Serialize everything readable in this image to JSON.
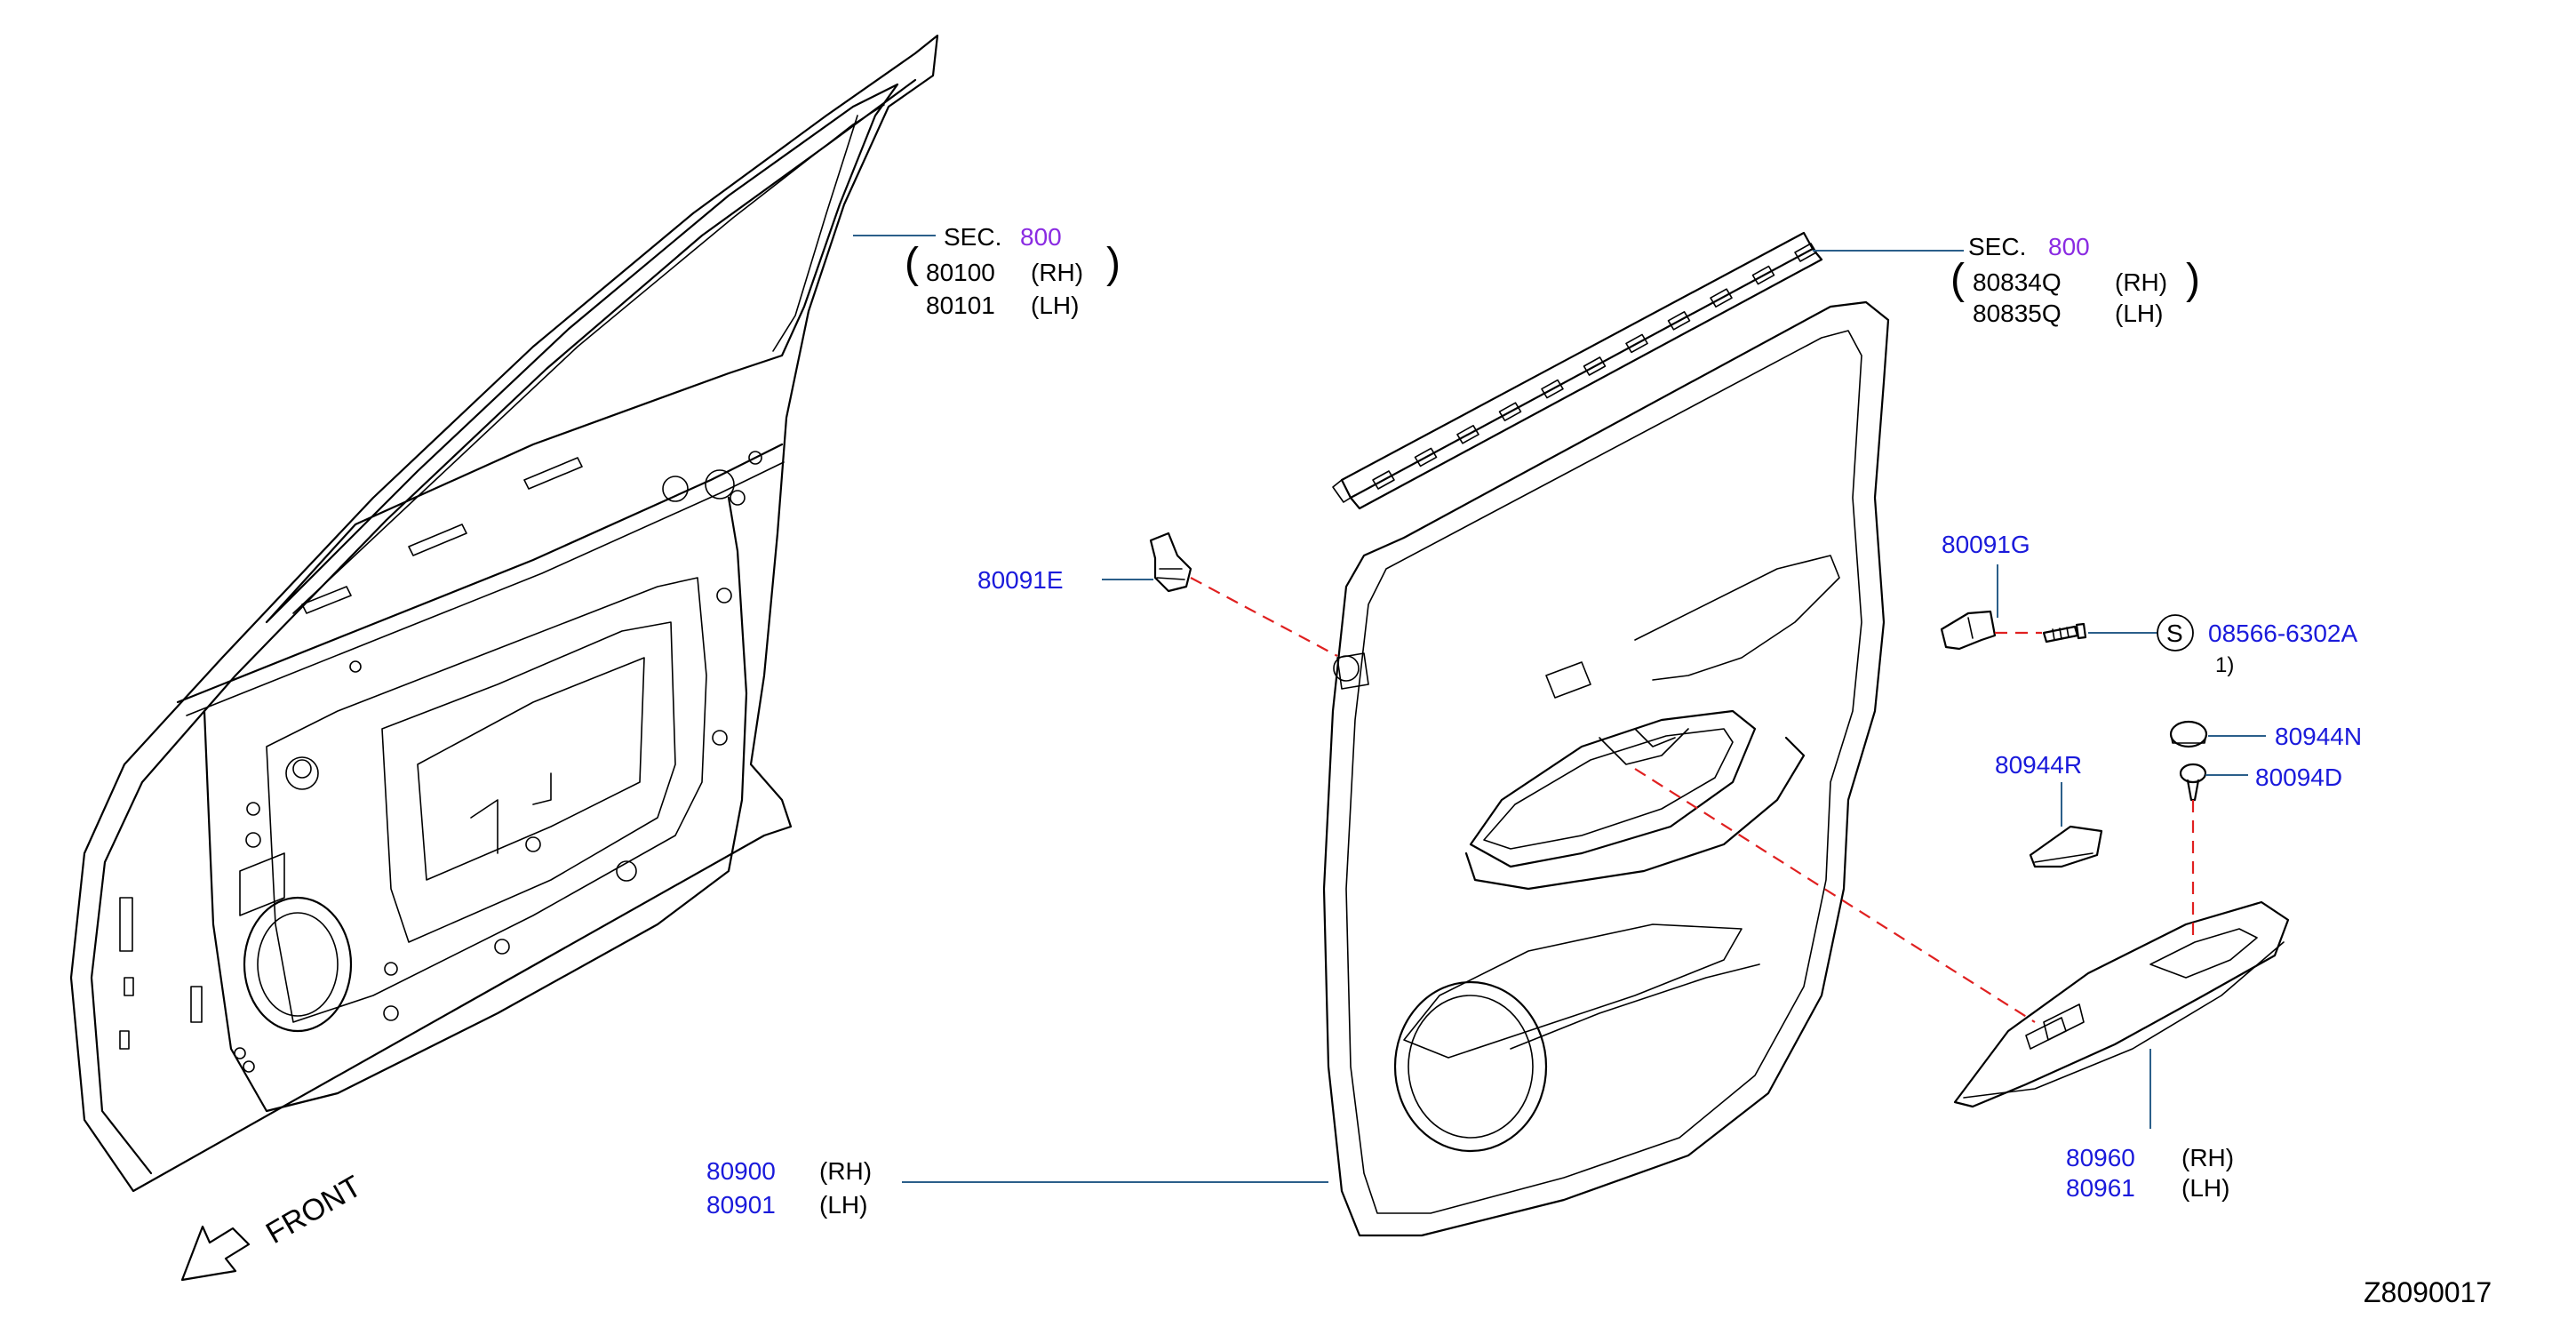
{
  "diagram_id": "Z8090017",
  "colors": {
    "part_number": "#1a1adb",
    "section_ref": "#8a2be2",
    "leader": "#2b5f8a",
    "dashed_line": "#e02020",
    "text": "#000000"
  },
  "front_indicator": {
    "label": "FRONT",
    "icon": "front-arrow-icon"
  },
  "callouts": {
    "sec_door_panel": {
      "sec": "SEC.",
      "sec_no": "800",
      "rh_part": "80100",
      "rh": "(RH)",
      "lh_part": "80101",
      "lh": "(LH)"
    },
    "sec_weatherstrip": {
      "sec": "SEC.",
      "sec_no": "800",
      "rh_part": "80834Q",
      "rh": "(RH)",
      "lh_part": "80835Q",
      "lh": "(LH)"
    },
    "clip_80091e": {
      "part": "80091E"
    },
    "bracket_80091g": {
      "part": "80091G"
    },
    "screw_08566": {
      "symbol": "S",
      "part": "08566-6302A",
      "note": "1)"
    },
    "cap_80944n": {
      "part": "80944N"
    },
    "clip_80094d": {
      "part": "80094D"
    },
    "cover_80944r": {
      "part": "80944R"
    },
    "finisher_80900": {
      "rh_part": "80900",
      "rh": "(RH)",
      "lh_part": "80901",
      "lh": "(LH)"
    },
    "armrest_80960": {
      "rh_part": "80960",
      "rh": "(RH)",
      "lh_part": "80961",
      "lh": "(LH)"
    }
  }
}
